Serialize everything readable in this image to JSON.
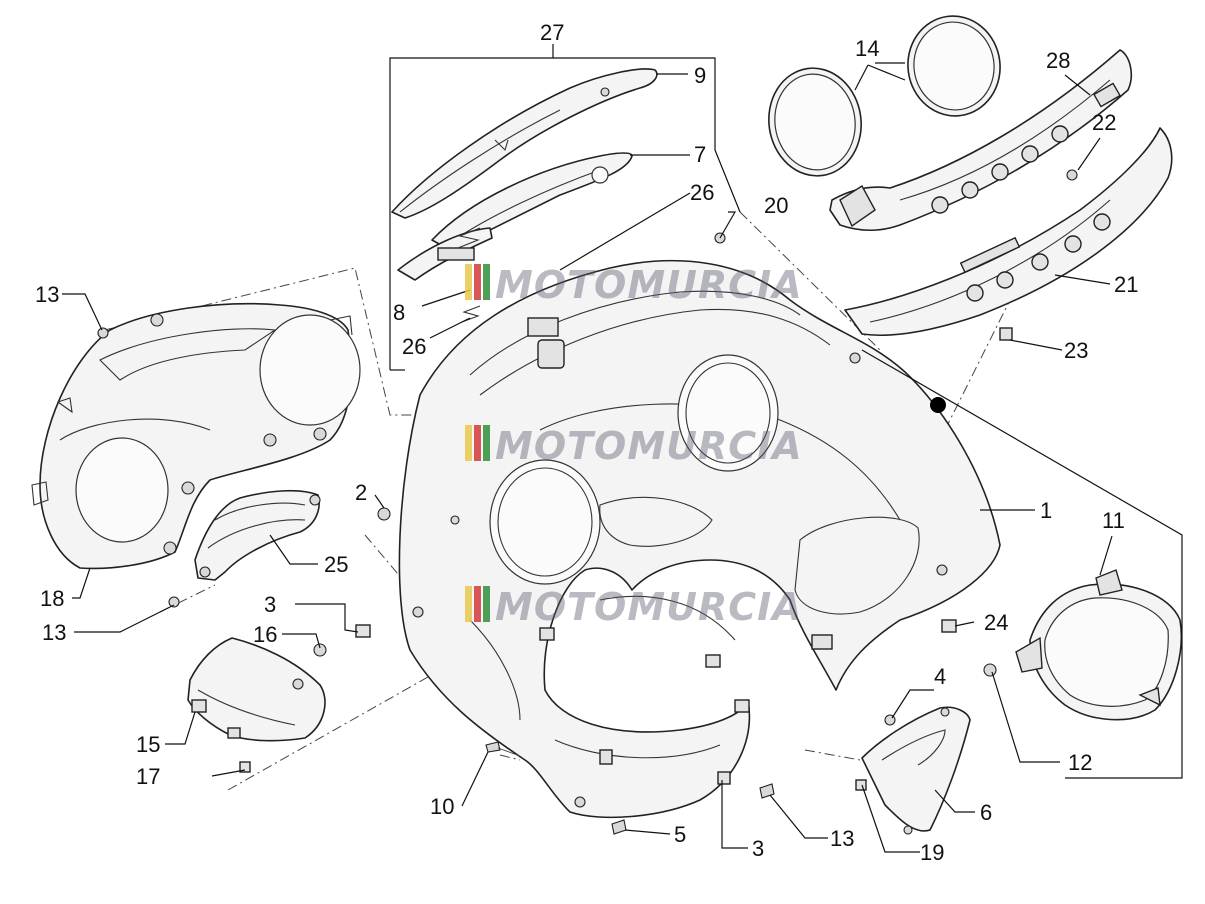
{
  "watermark": {
    "text": "MOTOMURCIA",
    "flag_colors": [
      "#e8c84a",
      "#d23a3a",
      "#2f8f3a"
    ]
  },
  "callouts": [
    "1",
    "2",
    "3",
    "3",
    "4",
    "5",
    "6",
    "7",
    "8",
    "9",
    "10",
    "11",
    "12",
    "13",
    "13",
    "13",
    "14",
    "15",
    "16",
    "17",
    "18",
    "19",
    "20",
    "21",
    "22",
    "23",
    "24",
    "25",
    "26",
    "26",
    "27",
    "28"
  ]
}
